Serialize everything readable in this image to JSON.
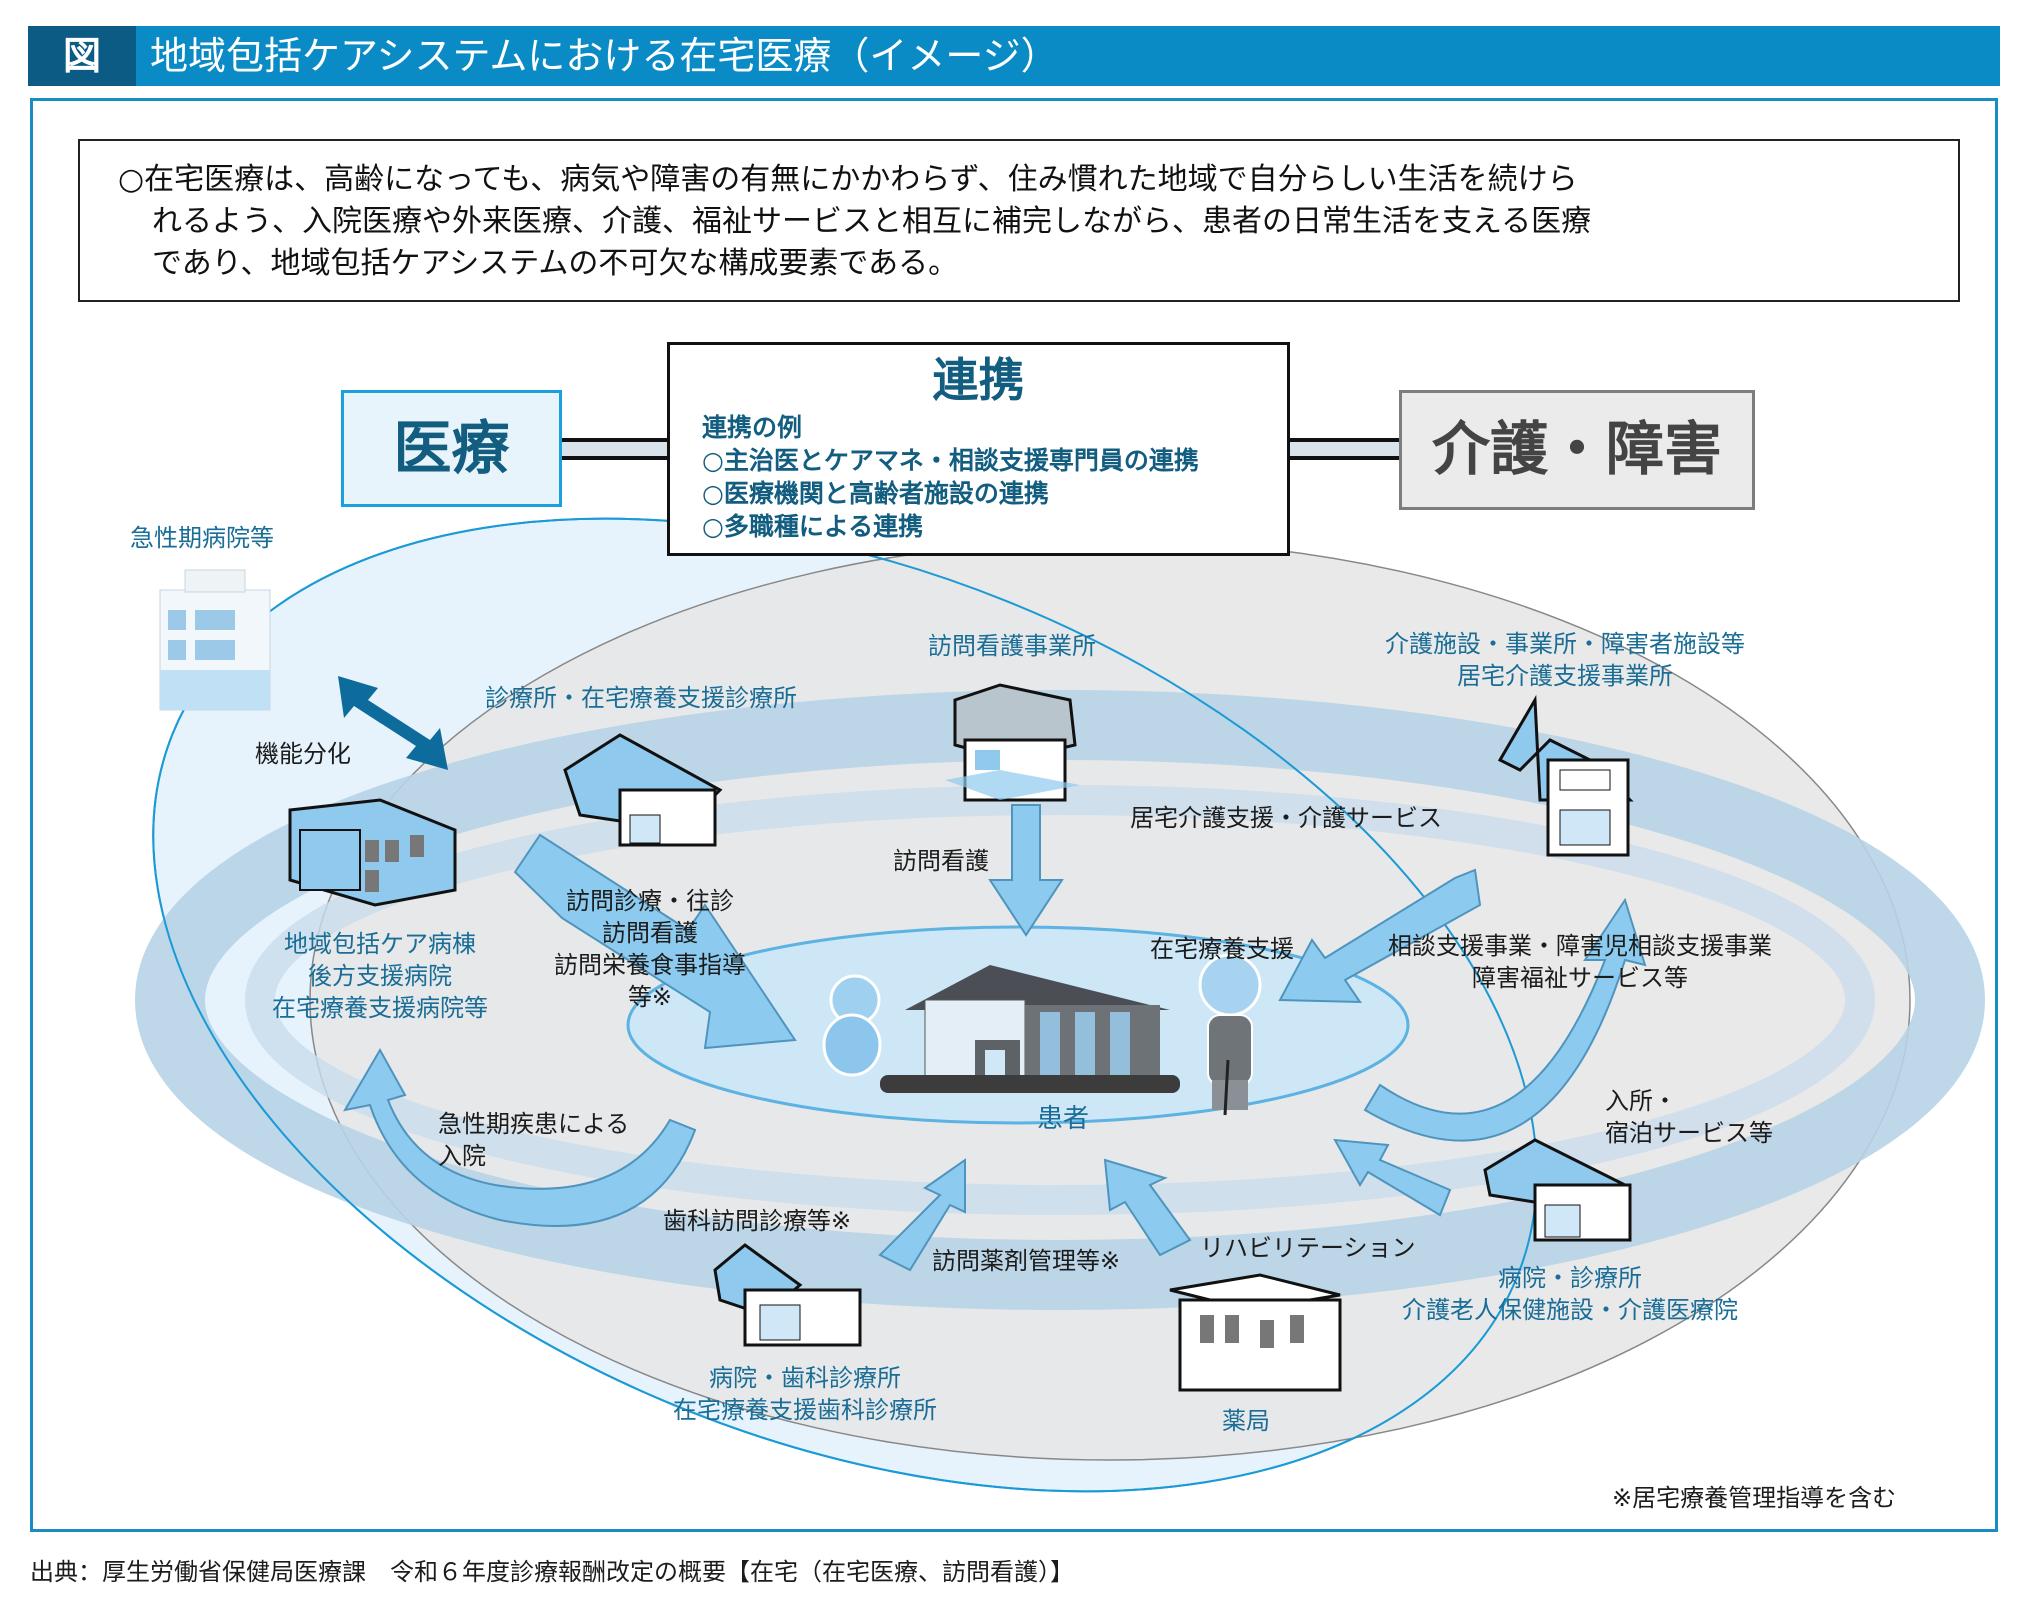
{
  "header": {
    "badge": "図",
    "title": "地域包括ケアシステムにおける在宅医療（イメージ）"
  },
  "intro": {
    "lines": [
      "○在宅医療は、高齢になっても、病気や障害の有無にかかわらず、住み慣れた地域で自分らしい生活を続けら",
      "れるよう、入院医療や外来医療、介護、福祉サービスと相互に補完しながら、患者の日常生活を支える医療",
      "であり、地域包括ケアシステムの不可欠な構成要素である。"
    ]
  },
  "top_boxes": {
    "medical": "医療",
    "care": "介護・障害",
    "collaboration": {
      "title": "連携",
      "subtitle": "連携の例",
      "items": [
        "○主治医とケアマネ・相談支援専門員の連携",
        "○医療機関と高齢者施設の連携",
        "○多職種による連携"
      ]
    }
  },
  "facilities": {
    "acute_hospital": "急性期病院等",
    "function_split": "機能分化",
    "community_ward": [
      "地域包括ケア病棟",
      "後方支援病院",
      "在宅療養支援病院等"
    ],
    "clinic": "診療所・在宅療養支援診療所",
    "visiting_nurse_station": "訪問看護事業所",
    "care_facilities": [
      "介護施設・事業所・障害者施設等",
      "居宅介護支援事業所"
    ],
    "dental": [
      "病院・歯科診療所",
      "在宅療養支援歯科診療所"
    ],
    "pharmacy": "薬局",
    "hospital_clinic_care": [
      "病院・診療所",
      "介護老人保健施設・介護医療院"
    ]
  },
  "services": {
    "home_visit_medical": [
      "訪問診療・往診",
      "訪問看護",
      "訪問栄養食事指導",
      "等※"
    ],
    "home_nursing": "訪問看護",
    "home_care_support": "居宅介護支援・介護サービス",
    "home_care_medical_support": "在宅療養支援",
    "consultation_support": [
      "相談支援事業・障害児相談支援事業",
      "障害福祉サービス等"
    ],
    "admission_stay": [
      "入所・",
      "宿泊サービス等"
    ],
    "acute_admission": [
      "急性期疾患による",
      "入院"
    ],
    "dental_visit": "歯科訪問診療等※",
    "drug_management": "訪問薬剤管理等※",
    "rehabilitation": "リハビリテーション"
  },
  "center": {
    "patient": "患者"
  },
  "footnote": "※居宅療養管理指導を含む",
  "source": "出典：厚生労働省保健局医療課　令和６年度診療報酬改定の概要【在宅（在宅医療、訪問看護）】",
  "colors": {
    "title_bar": "#0a8bc6",
    "title_badge": "#0b5b84",
    "label_blue": "#1a6d96",
    "arrow_fill": "#8ccbef",
    "arrow_stroke": "#4f94bd",
    "gray_ellipse": "#e6e6e6",
    "blue_ellipse": "#e6f3fc"
  }
}
